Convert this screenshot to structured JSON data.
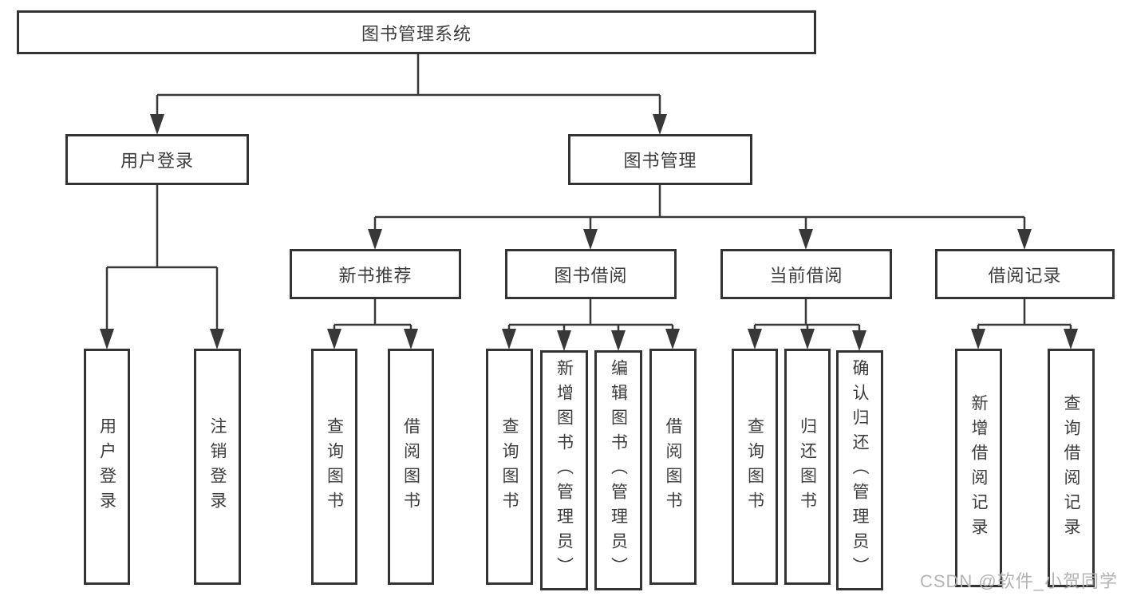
{
  "diagram": {
    "root": {
      "label": "图书管理系统"
    },
    "branches": [
      {
        "label": "用户登录",
        "children": [
          {
            "label": "用户登录"
          },
          {
            "label": "注销登录"
          }
        ]
      },
      {
        "label": "图书管理",
        "children": [
          {
            "label": "新书推荐",
            "children": [
              {
                "label": "查询图书"
              },
              {
                "label": "借阅图书"
              }
            ]
          },
          {
            "label": "图书借阅",
            "children": [
              {
                "label": "查询图书"
              },
              {
                "label": "新增图书（管理员）"
              },
              {
                "label": "编辑图书（管理员）"
              },
              {
                "label": "借阅图书"
              }
            ]
          },
          {
            "label": "当前借阅",
            "children": [
              {
                "label": "查询图书"
              },
              {
                "label": "归还图书"
              },
              {
                "label": "确认归还（管理员）"
              }
            ]
          },
          {
            "label": "借阅记录",
            "children": [
              {
                "label": "新增借阅记录"
              },
              {
                "label": "查询借阅记录"
              }
            ]
          }
        ]
      }
    ]
  },
  "watermark": {
    "text": "CSDN @软件_小贺同学"
  },
  "colors": {
    "line": "#383838",
    "border": "#333333",
    "text": "#3c3c3c",
    "watermark_text": "#b3b3b3",
    "background": "#ffffff"
  }
}
